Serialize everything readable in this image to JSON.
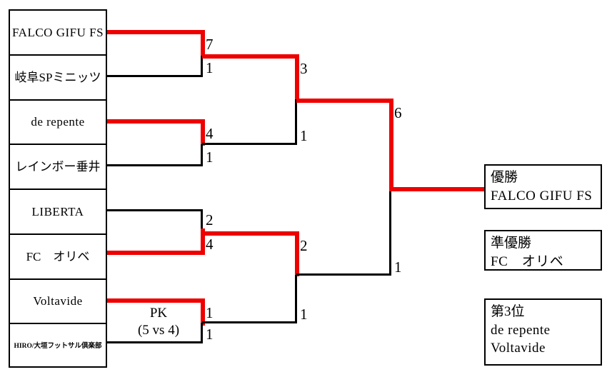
{
  "tournament": {
    "teams": [
      {
        "name": "FALCO GIFU FS",
        "style": "en"
      },
      {
        "name": "岐阜SPミニッツ",
        "style": "jp"
      },
      {
        "name": "de repente",
        "style": "en"
      },
      {
        "name": "レインボー垂井",
        "style": "jp"
      },
      {
        "name": "LIBERTA",
        "style": "en"
      },
      {
        "name": "FC　オリベ",
        "style": "jp"
      },
      {
        "name": "Voltavide",
        "style": "en"
      },
      {
        "name": "HIRO/大垣フットサル倶楽部",
        "style": "tiny"
      }
    ],
    "round1": [
      {
        "match": "qf1",
        "top_score": "7",
        "bottom_score": "1",
        "winner": "top"
      },
      {
        "match": "qf2",
        "top_score": "4",
        "bottom_score": "1",
        "winner": "top"
      },
      {
        "match": "qf3",
        "top_score": "2",
        "bottom_score": "4",
        "winner": "bottom"
      },
      {
        "match": "qf4",
        "top_score": "1",
        "bottom_score": "1",
        "winner": "top",
        "note_line1": "PK",
        "note_line2": "(5 vs 4)"
      }
    ],
    "round2": [
      {
        "match": "sf1",
        "top_score": "3",
        "bottom_score": "1",
        "winner": "top"
      },
      {
        "match": "sf2",
        "top_score": "2",
        "bottom_score": "1",
        "winner": "top"
      }
    ],
    "final": {
      "match": "final",
      "top_score": "6",
      "bottom_score": "1",
      "winner": "top"
    },
    "results": [
      {
        "rank_label": "優勝",
        "names": [
          "FALCO GIFU FS"
        ]
      },
      {
        "rank_label": "準優勝",
        "names": [
          "FC　オリベ"
        ]
      },
      {
        "rank_label": "第3位",
        "names": [
          "de repente",
          "Voltavide"
        ]
      }
    ],
    "colors": {
      "winner_path": "#ee0000",
      "line": "#000000",
      "background": "#ffffff"
    }
  }
}
